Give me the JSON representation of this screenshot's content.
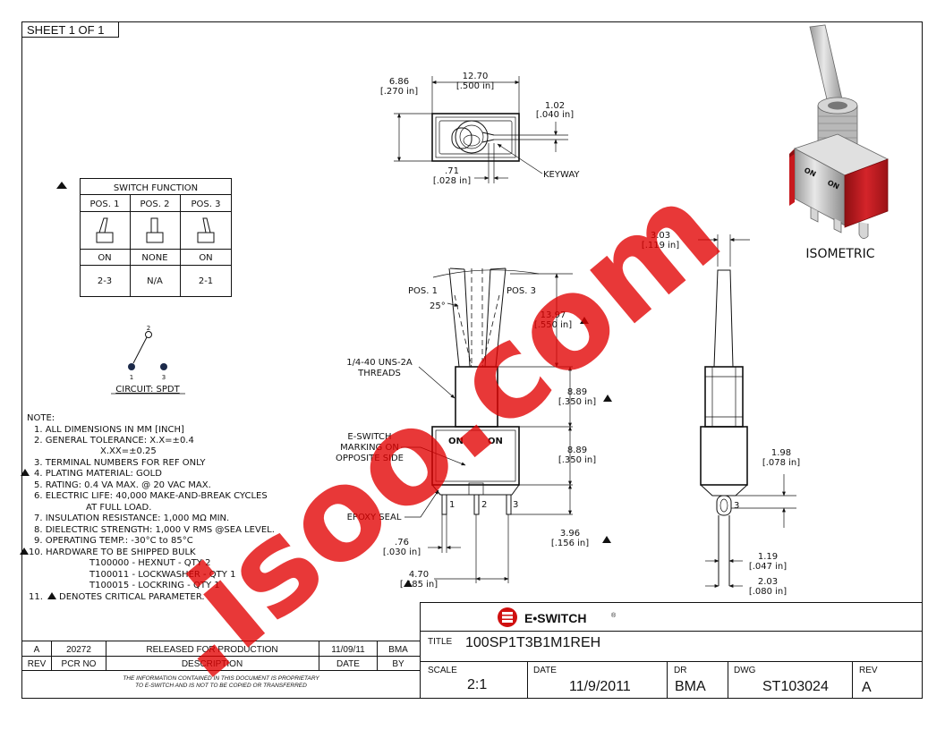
{
  "sheet": "SHEET 1 OF 1",
  "switch_function": {
    "title": "SWITCH FUNCTION",
    "positions": [
      "POS. 1",
      "POS. 2",
      "POS. 3"
    ],
    "states": [
      "ON",
      "NONE",
      "ON"
    ],
    "terminals": [
      "2-3",
      "N/A",
      "2-1"
    ]
  },
  "circuit": {
    "label": "CIRCUIT: SPDT",
    "terminal_top": "2",
    "terminal_left": "1",
    "terminal_right": "3"
  },
  "notes": {
    "header": "NOTE:",
    "lines": [
      "1. ALL DIMENSIONS IN MM [INCH]",
      "2. GENERAL TOLERANCE: X.X=±0.4",
      "X.XX=±0.25",
      "3. TERMINAL NUMBERS FOR REF ONLY",
      "4. PLATING MATERIAL: GOLD",
      "5. RATING: 0.4 VA MAX. @ 20 VAC MAX.",
      "6. ELECTRIC LIFE: 40,000 MAKE-AND-BREAK CYCLES",
      "AT FULL LOAD.",
      "7. INSULATION RESISTANCE: 1,000 MΩ MIN.",
      "8. DIELECTRIC STRENGTH: 1,000 V RMS @SEA LEVEL.",
      "9. OPERATING TEMP.: -30°C to 85°C",
      "10. HARDWARE TO BE SHIPPED BULK",
      "T100000 - HEXNUT - QTY 2",
      "T100011 - LOCKWASHER - QTY 1",
      "T100015 - LOCKRING - QTY 1",
      "11.",
      "DENOTES CRITICAL PARAMETER."
    ]
  },
  "top_view": {
    "width_mm": "12.70",
    "width_in": "[.500 in]",
    "height_mm": "6.86",
    "height_in": "[.270 in]",
    "keyway_w_mm": "1.02",
    "keyway_w_in": "[.040 in]",
    "keyway_d_mm": ".71",
    "keyway_d_in": "[.028 in]",
    "keyway_label": "KEYWAY"
  },
  "front_view": {
    "pos1": "POS. 1",
    "pos3": "POS. 3",
    "angle": "25°",
    "lever_mm": "13.97",
    "lever_in": "[.550 in]",
    "threads_1": "1/4-40 UNS-2A",
    "threads_2": "THREADS",
    "bushing_mm": "8.89",
    "bushing_in": "[.350 in]",
    "body_mm": "8.89",
    "body_in": "[.350 in]",
    "marking_1": "E-SWITCH",
    "marking_2": "MARKING ON",
    "marking_3": "OPPOSITE SIDE",
    "on_left": "ON",
    "on_right": "ON",
    "epoxy": "EPOXY SEAL",
    "pin_1": "1",
    "pin_2": "2",
    "pin_3": "3",
    "pin_w_mm": ".76",
    "pin_w_in": "[.030 in]",
    "pitch_mm": "4.70",
    "pitch_in": "[.185 in]",
    "pin_len_mm": "3.96",
    "pin_len_in": "[.156 in]"
  },
  "side_view": {
    "lever_w_mm": "3.03",
    "lever_w_in": "[.119 in]",
    "term_mm": "1.98",
    "term_in": "[.078 in]",
    "pin_t_mm": "1.19",
    "pin_t_in": "[.047 in]",
    "pin_w_mm": "2.03",
    "pin_w_in": "[.080 in]",
    "pin_3": "3"
  },
  "isometric": {
    "label": "ISOMETRIC",
    "on_1": "ON",
    "on_2": "ON",
    "body_color": "#c8191e",
    "metal_color": "#cfcfcf"
  },
  "watermark": ".isoo.com",
  "revision_table": {
    "rev": "A",
    "pcr": "20272",
    "description": "RELEASED FOR PRODUCTION",
    "date": "11/09/11",
    "by": "BMA",
    "headers": [
      "REV",
      "PCR NO",
      "DESCRIPTION",
      "DATE",
      "BY"
    ],
    "disclaimer_1": "THE INFORMATION CONTAINED IN THIS DOCUMENT IS PROPRIETARY",
    "disclaimer_2": "TO E-SWITCH AND IS NOT TO BE COPIED OR TRANSFERRED"
  },
  "title_block": {
    "company": "E•SWITCH",
    "company_mark": "®",
    "title_label": "TITLE",
    "title": "100SP1T3B1M1REH",
    "scale_label": "SCALE",
    "scale": "2:1",
    "date_label": "DATE",
    "date": "11/9/2011",
    "dr_label": "DR",
    "dr": "BMA",
    "dwg_label": "DWG",
    "dwg": "ST103024",
    "rev_label": "REV",
    "rev": "A",
    "brand_color": "#d01010"
  }
}
